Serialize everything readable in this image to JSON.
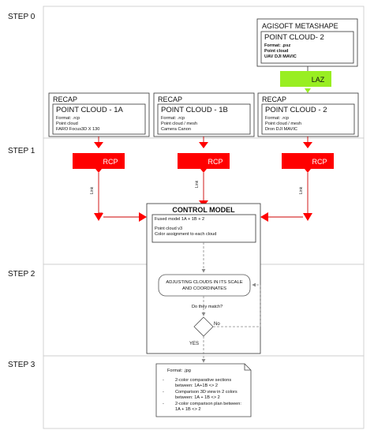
{
  "steps": {
    "s0": "STEP 0",
    "s1": "STEP 1",
    "s2": "STEP 2",
    "s3": "STEP 3"
  },
  "agisoft": {
    "header": "AGISOFT METASHAPE",
    "title": "POINT CLOUD- 2",
    "lines": [
      "Format: .psz",
      "Point cloud",
      "UAV DJI MAVIC"
    ]
  },
  "laz_label": "LAZ",
  "recaps": [
    {
      "header": "RECAP",
      "title": "POINT CLOUD - 1A",
      "lines": [
        "Format: .rcp",
        "Point cloud",
        "FARO Focus3D X 130"
      ]
    },
    {
      "header": "RECAP",
      "title": "POINT CLOUD - 1B",
      "lines": [
        "Format: .rcp",
        "Point cloud / mesh",
        "Camera Canon"
      ]
    },
    {
      "header": "RECAP",
      "title": "POINT CLOUD - 2",
      "lines": [
        "Format: .rcp",
        "Point cloud / mesh",
        "Dron DJI MAVIC"
      ]
    }
  ],
  "rcp_label": "RCP",
  "link_label": "Link",
  "control_model": {
    "title": "CONTROL MODEL",
    "lines": [
      "Fused model 1A + 1B + 2",
      "",
      "Point cloud v3",
      "Color assignment to each cloud"
    ]
  },
  "adjust": {
    "lines": [
      "ADJUSTING CLOUDS IN ITS SCALE",
      "AND COORDINATES"
    ]
  },
  "question": "Do they match?",
  "no_label": "No",
  "yes_label": "YES",
  "output_doc": {
    "format": "Format: .jpg",
    "items": [
      [
        "2-color comparative sections",
        "between: 1A+1B <> 2"
      ],
      [
        "Comparison 3D view in 2 colors",
        "between: 1A + 1B <> 2"
      ],
      [
        "2-color comparison plan between:",
        "1A + 1B <> 2"
      ]
    ]
  },
  "colors": {
    "red": "#ff0000",
    "laz_green": "#99ee22"
  }
}
